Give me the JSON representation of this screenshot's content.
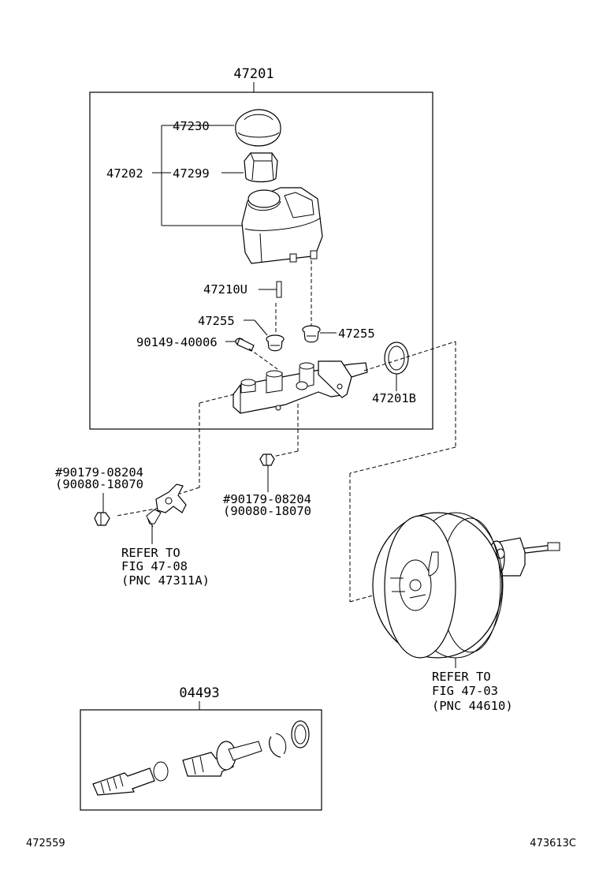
{
  "labels": {
    "main_assembly": "47201",
    "cap": "47230",
    "reservoir_sub_assy": "47202",
    "strainer": "47299",
    "pin": "47210U",
    "grommet_left": "47255",
    "grommet_right": "47255",
    "bolt": "90149-40006",
    "oring": "47201B",
    "nut_left_1": "#90179-08204",
    "nut_left_2": "(90080-18070",
    "nut_mid_1": "#90179-08204",
    "nut_mid_2": "(90080-18070",
    "refer_left_1": "REFER TO",
    "refer_left_2": "FIG 47-08",
    "refer_left_3": "(PNC 47311A)",
    "refer_right_1": "REFER TO",
    "refer_right_2": "FIG 47-03",
    "refer_right_3": "(PNC 44610)",
    "kit": "04493"
  },
  "footer": {
    "left_code": "472559",
    "right_code": "473613C"
  }
}
